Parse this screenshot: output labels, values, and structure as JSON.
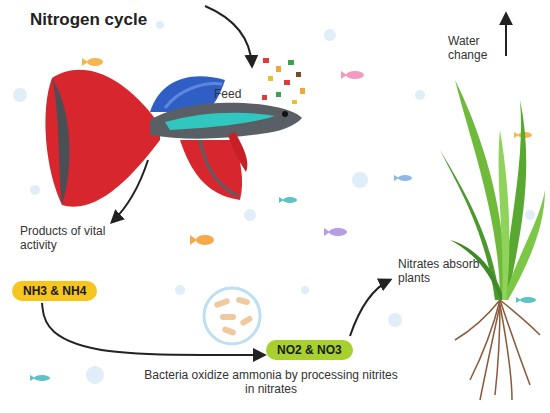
{
  "diagram": {
    "title": "Nitrogen cycle",
    "nodes": [
      {
        "text": [
          "NH3 & NH4"
        ]
      },
      {
        "text": [
          "NO2 & NO3"
        ]
      }
    ],
    "edges": [
      {
        "from": 0,
        "to": 1,
        "arrow": "to"
      }
    ],
    "labels": [
      "Feed",
      "Water change",
      "Products of vital activity",
      "Bacteria oxidize ammonia by processing nitrites in nitrates",
      "Nitrates absorb plants"
    ]
  }
}
